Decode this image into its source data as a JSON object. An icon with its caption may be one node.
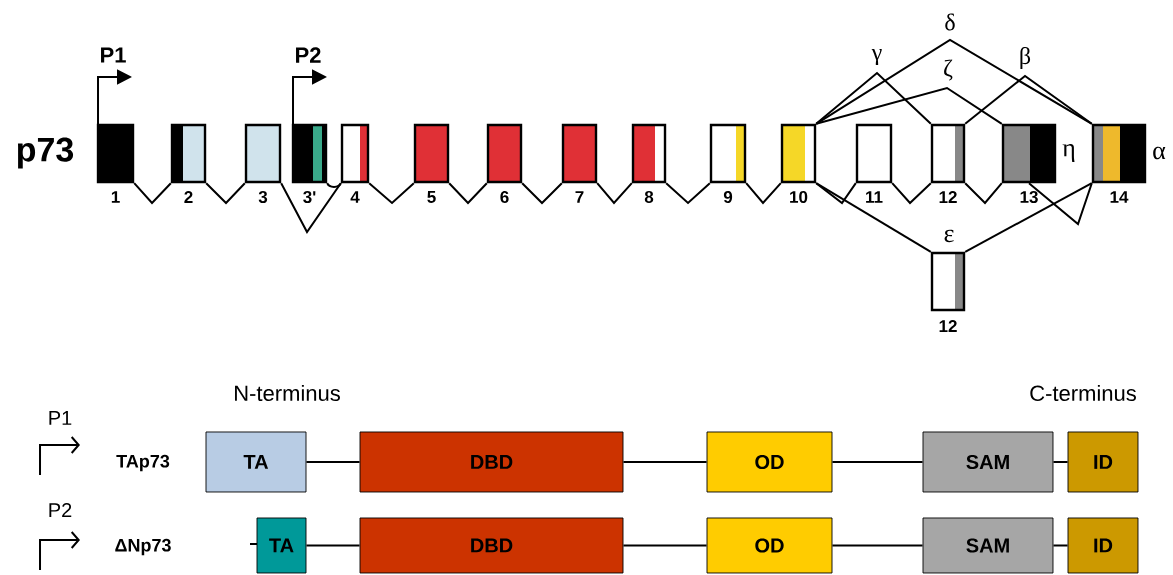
{
  "diagram": {
    "nodes": [
      {
        "text": [],
        "shape": "box",
        "beside": [
          "1"
        ]
      },
      {
        "text": [],
        "shape": "box",
        "beside": [
          "2"
        ]
      },
      {
        "text": [],
        "shape": "box",
        "beside": [
          "3"
        ]
      },
      {
        "text": [],
        "shape": "box",
        "beside": [
          "3'"
        ]
      },
      {
        "text": [],
        "shape": "box",
        "beside": [
          "4"
        ]
      },
      {
        "text": [],
        "shape": "box",
        "beside": [
          "5"
        ]
      },
      {
        "text": [],
        "shape": "box",
        "beside": [
          "6"
        ]
      },
      {
        "text": [],
        "shape": "box",
        "beside": [
          "7"
        ]
      },
      {
        "text": [],
        "shape": "box",
        "beside": [
          "8"
        ]
      },
      {
        "text": [],
        "shape": "box",
        "beside": [
          "9"
        ]
      },
      {
        "text": [],
        "shape": "box",
        "beside": [
          "10"
        ]
      },
      {
        "text": [],
        "shape": "box",
        "beside": [
          "11"
        ]
      },
      {
        "text": [],
        "shape": "box",
        "beside": [
          "12"
        ]
      },
      {
        "text": [],
        "shape": "box",
        "beside": [
          "13",
          "η"
        ]
      },
      {
        "text": [],
        "shape": "box",
        "beside": [
          "14",
          "α"
        ]
      },
      {
        "text": [],
        "shape": "box",
        "beside": [
          "ε",
          "12"
        ]
      },
      {
        "text": [
          "TA"
        ]
      },
      {
        "text": [
          "DBD"
        ]
      },
      {
        "text": [
          "OD"
        ]
      },
      {
        "text": [
          "SAM"
        ]
      },
      {
        "text": [
          "ID"
        ]
      },
      {
        "text": [
          "TA"
        ]
      },
      {
        "text": [
          "DBD"
        ]
      },
      {
        "text": [
          "OD"
        ]
      },
      {
        "text": [
          "SAM"
        ]
      },
      {
        "text": [
          "ID"
        ]
      }
    ],
    "edges": [
      {
        "from": 0,
        "to": 1,
        "arrow": "none"
      },
      {
        "from": 1,
        "to": 2,
        "arrow": "none"
      },
      {
        "from": 2,
        "to": 4,
        "arrow": "none"
      },
      {
        "from": 3,
        "to": 4,
        "arrow": "none"
      },
      {
        "from": 4,
        "to": 5,
        "arrow": "none"
      },
      {
        "from": 5,
        "to": 6,
        "arrow": "none"
      },
      {
        "from": 6,
        "to": 7,
        "arrow": "none"
      },
      {
        "from": 7,
        "to": 8,
        "arrow": "none"
      },
      {
        "from": 8,
        "to": 9,
        "arrow": "none"
      },
      {
        "from": 9,
        "to": 10,
        "arrow": "none"
      },
      {
        "from": 10,
        "to": 11,
        "arrow": "none"
      },
      {
        "from": 11,
        "to": 12,
        "arrow": "none"
      },
      {
        "from": 12,
        "to": 13,
        "arrow": "none"
      },
      {
        "from": 13,
        "to": 14,
        "arrow": "none"
      },
      {
        "from": 10,
        "to": 12,
        "arrow": "none",
        "label": "γ"
      },
      {
        "from": 10,
        "to": 14,
        "arrow": "none",
        "label": "δ"
      },
      {
        "from": 10,
        "to": 13,
        "arrow": "none",
        "label": "ζ"
      },
      {
        "from": 12,
        "to": 14,
        "arrow": "none",
        "label": "β"
      },
      {
        "from": 10,
        "to": 15,
        "arrow": "none"
      },
      {
        "from": 15,
        "to": 14,
        "arrow": "none"
      },
      {
        "from": 16,
        "to": 17,
        "arrow": "none"
      },
      {
        "from": 17,
        "to": 18,
        "arrow": "none"
      },
      {
        "from": 18,
        "to": 19,
        "arrow": "none"
      },
      {
        "from": 19,
        "to": 20,
        "arrow": "none"
      },
      {
        "from": 21,
        "to": 22,
        "arrow": "none"
      },
      {
        "from": 22,
        "to": 23,
        "arrow": "none"
      },
      {
        "from": 23,
        "to": 24,
        "arrow": "none"
      },
      {
        "from": 24,
        "to": 25,
        "arrow": "none"
      }
    ],
    "labels": [
      "P1",
      "P2",
      "p73",
      "N-terminus",
      "C-terminus",
      "P1",
      "TAp73",
      "P2",
      "ΔNp73"
    ]
  }
}
